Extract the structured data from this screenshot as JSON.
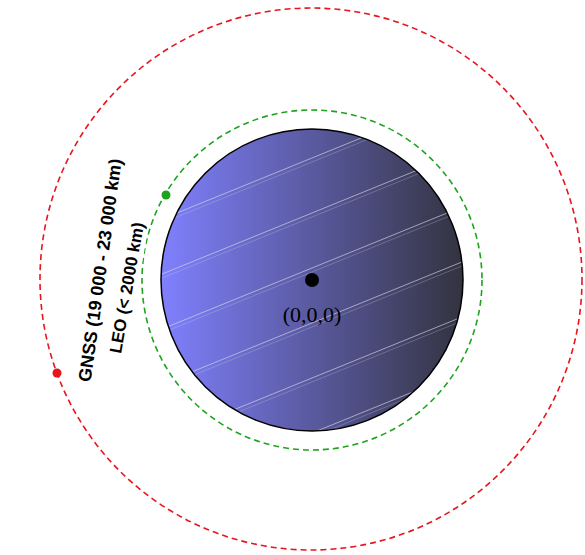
{
  "diagram": {
    "nodes": [
      {
        "text": [
          "(0,0,0)"
        ]
      }
    ],
    "labels": [
      "LEO (< 2000 km)",
      "GNSS (19 000 - 23 000 km)"
    ]
  }
}
